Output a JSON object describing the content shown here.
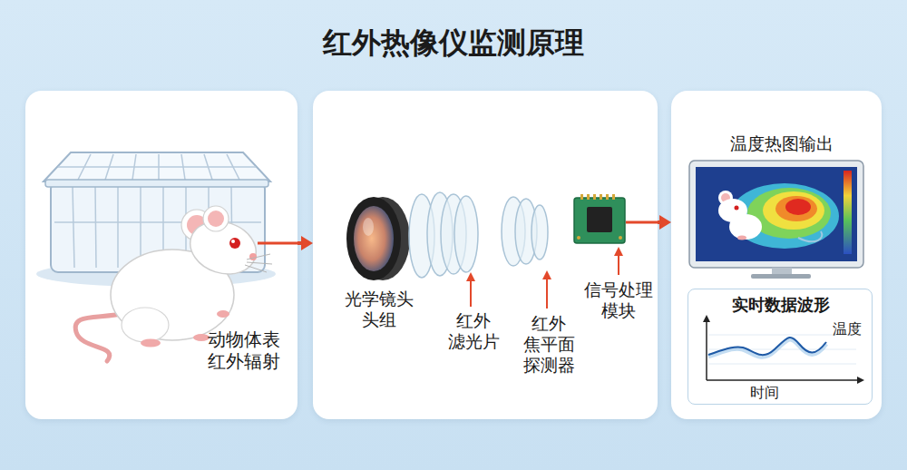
{
  "diagram": {
    "title": "红外热像仪监测原理",
    "nodes": [
      {
        "text": [
          "动物体表 红外辐射"
        ]
      },
      {
        "text": [
          "光学镜头 头组",
          "红外 滤光片",
          "红外 焦平面 探测器",
          "信号处理 模块"
        ]
      },
      {
        "text": [
          "温度热图输出"
        ]
      },
      {
        "text": [
          "实时数据波形",
          "温度",
          "时间"
        ],
        "in": 2
      }
    ],
    "edges": [
      {
        "from": 0,
        "to": 1,
        "arrow": "to"
      },
      {
        "from": 1,
        "to": 2,
        "arrow": "to"
      }
    ]
  }
}
